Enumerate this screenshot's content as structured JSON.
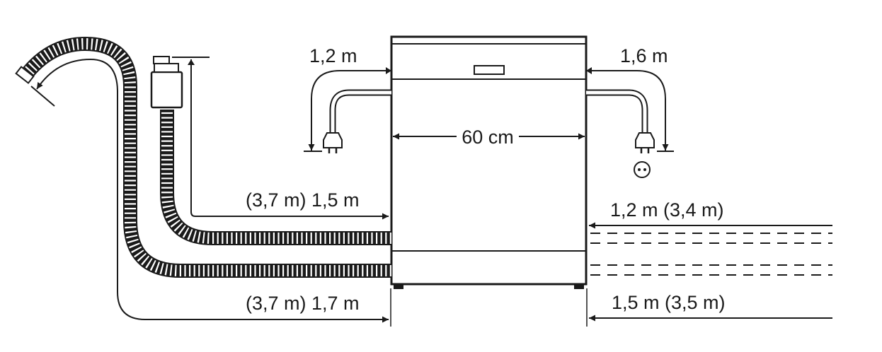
{
  "labels": {
    "top_left_cable": "1,2 m",
    "top_right_cable": "1,6 m",
    "width": "60 cm",
    "inlet_hose": "(3,7 m) 1,5 m",
    "drain_hose": "(3,7 m) 1,7 m",
    "right_upper": "1,2 m (3,4 m)",
    "right_lower": "1,5 m (3,5 m)"
  },
  "colors": {
    "line": "#1a1a1a",
    "background": "#ffffff"
  },
  "icons": [
    "power-plug-icon",
    "power-socket-icon",
    "water-valve-icon",
    "hose-nozzle-icon",
    "arrow-icon"
  ]
}
